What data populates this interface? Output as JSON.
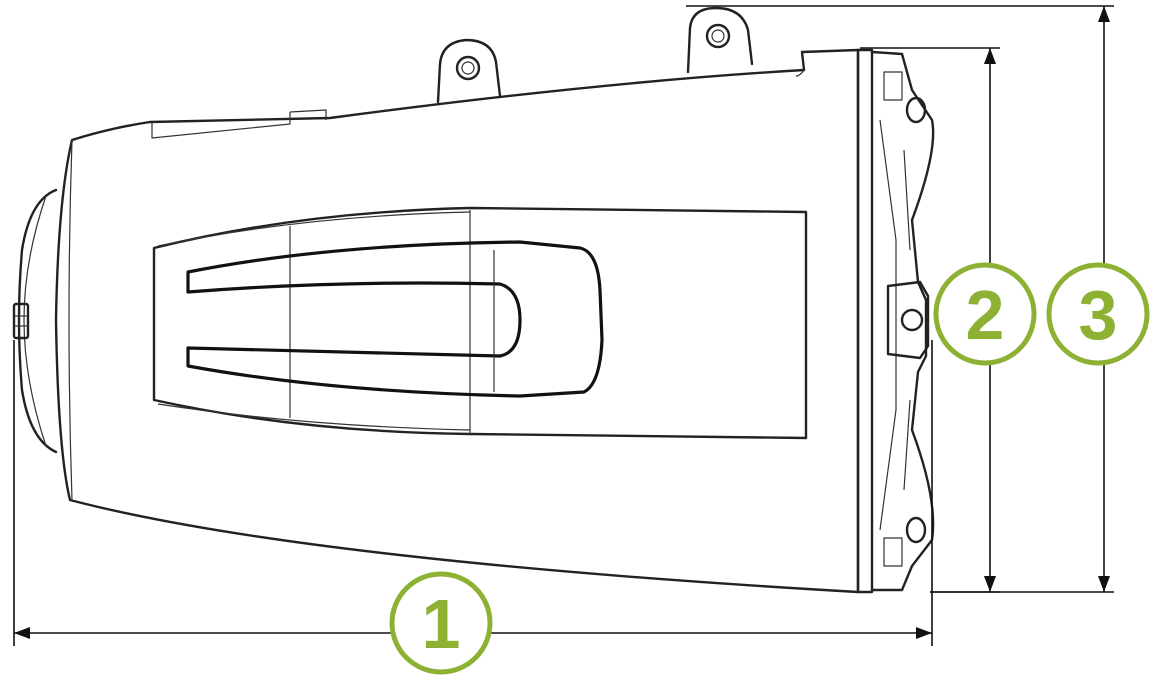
{
  "callouts": [
    {
      "id": "1",
      "label": "1"
    },
    {
      "id": "2",
      "label": "2"
    },
    {
      "id": "3",
      "label": "3"
    }
  ],
  "colors": {
    "callout": "#8cb133",
    "line": "#222222",
    "background": "#ffffff"
  }
}
